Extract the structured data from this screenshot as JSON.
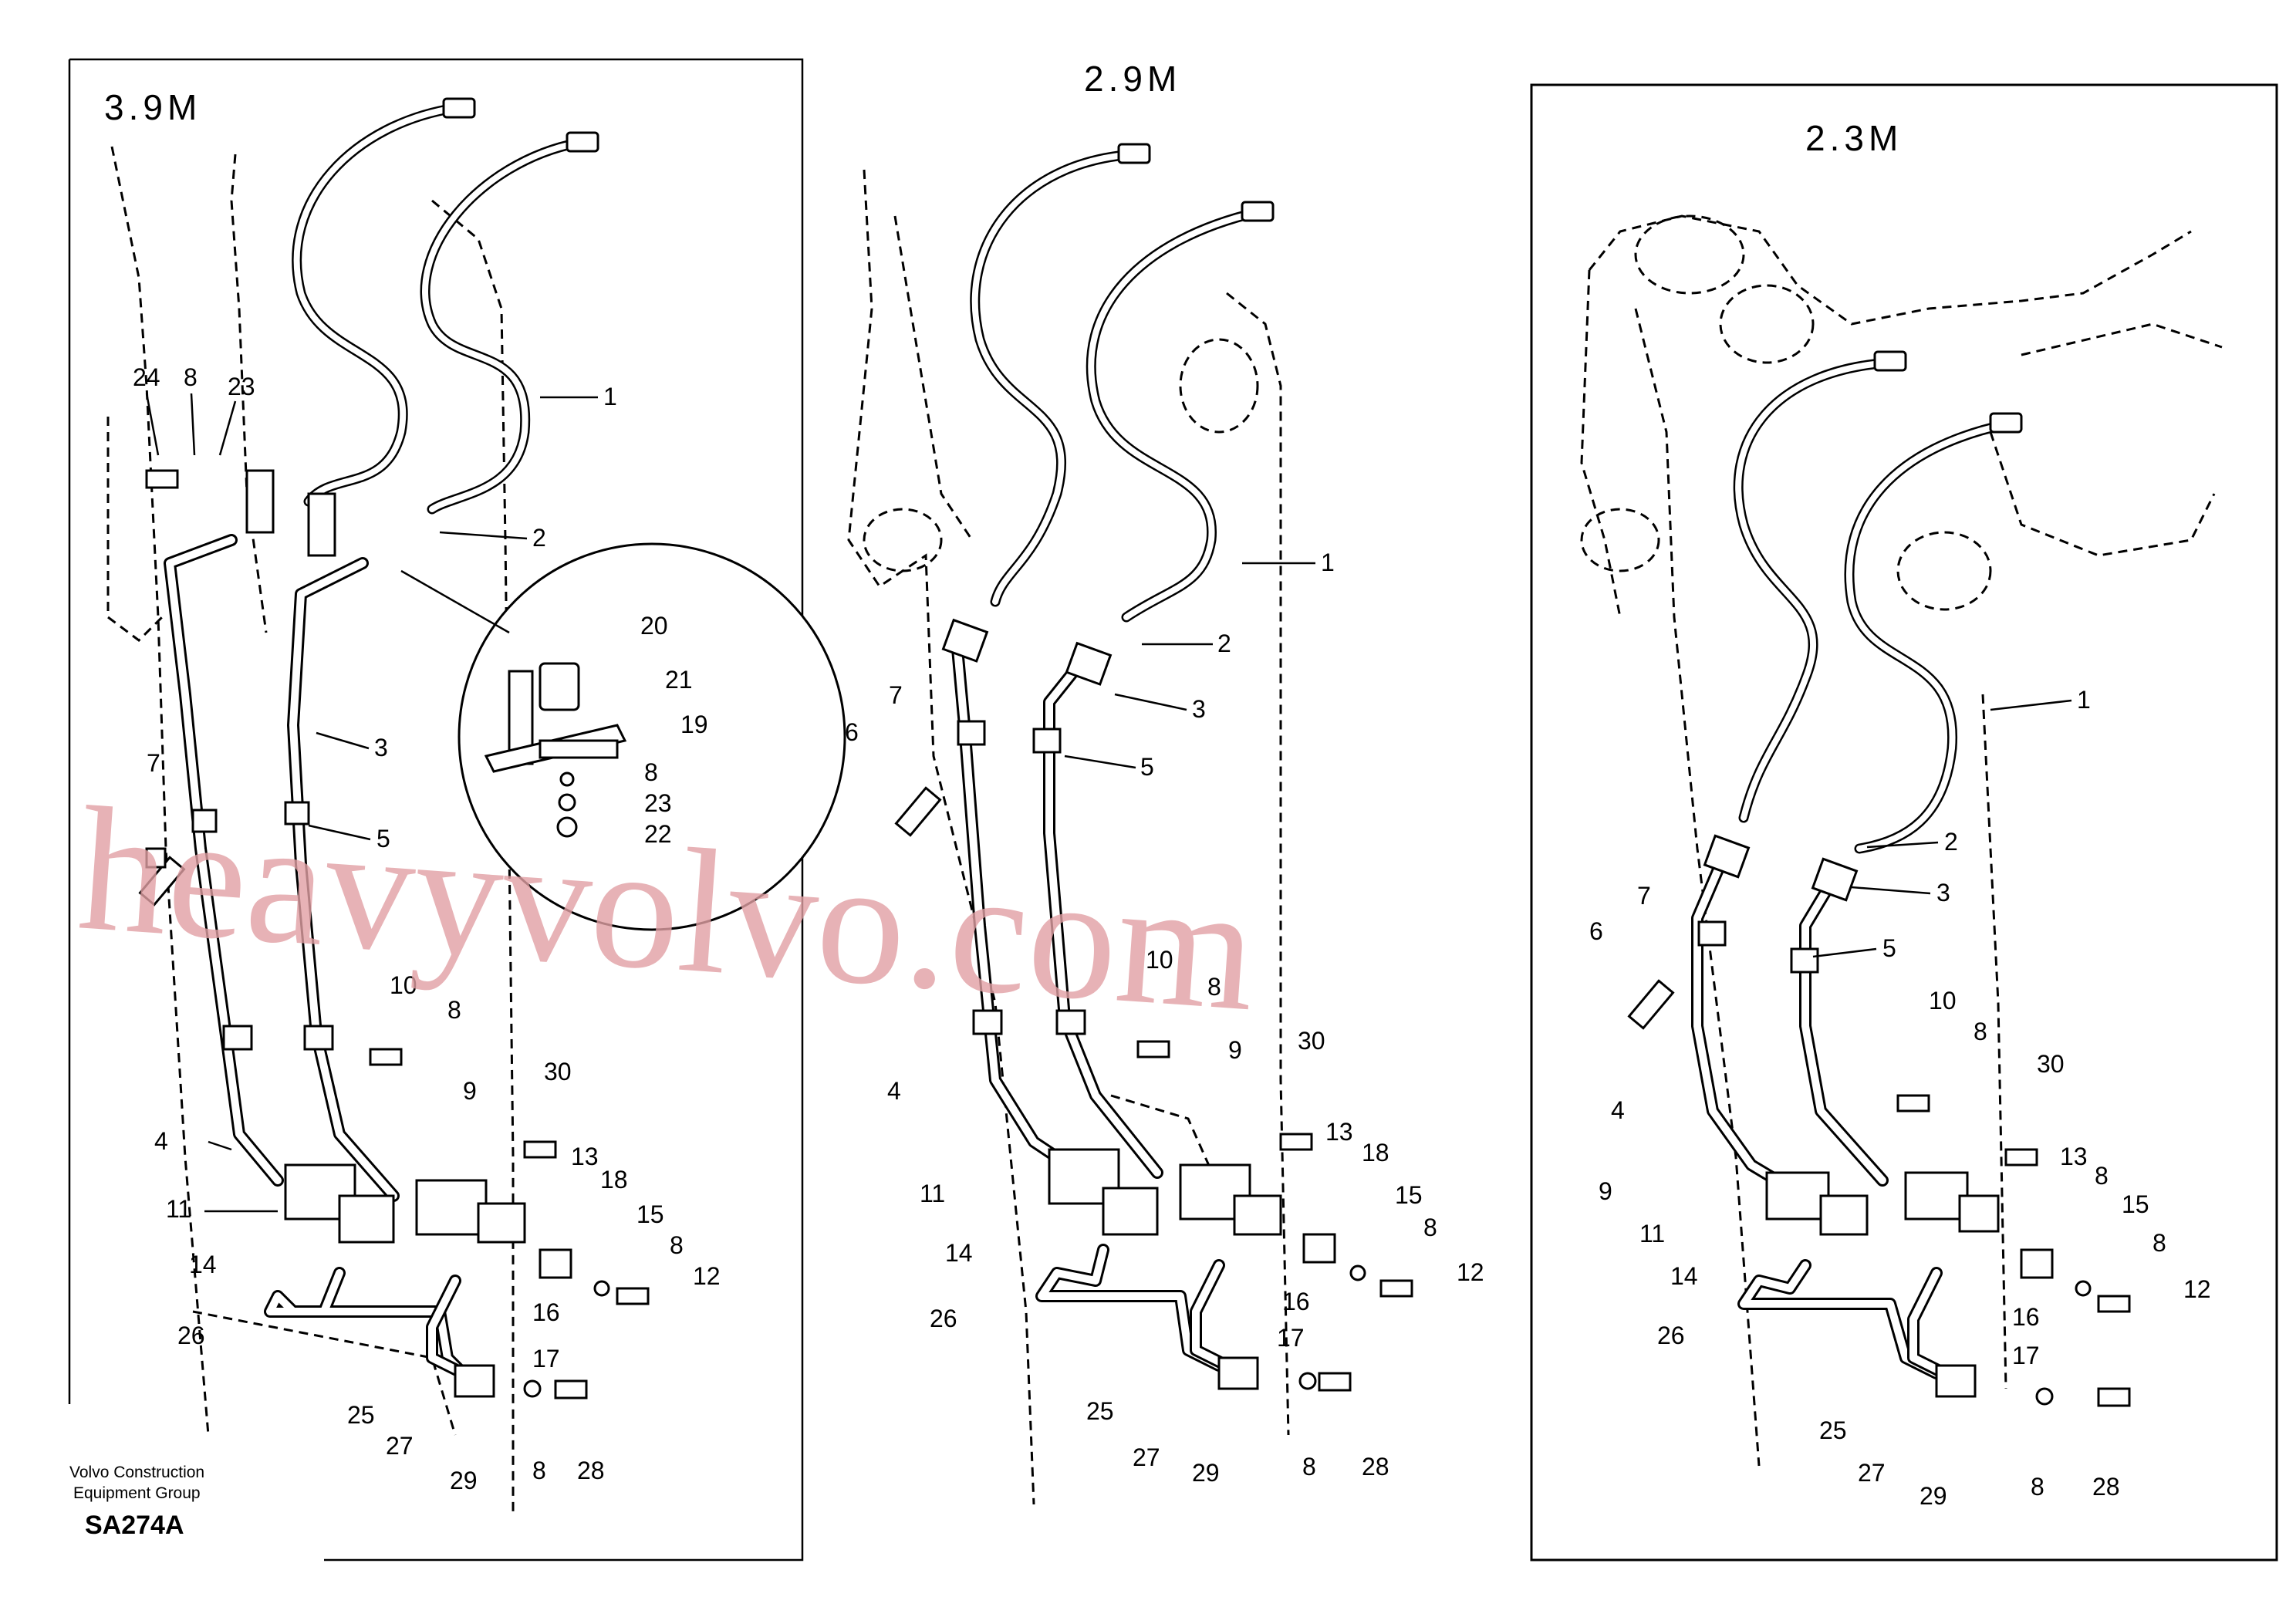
{
  "diagram": {
    "panels": [
      {
        "title": "3.9M",
        "callouts": [
          {
            "label": "24"
          },
          {
            "label": "8"
          },
          {
            "label": "23"
          },
          {
            "label": "1"
          },
          {
            "label": "2"
          },
          {
            "label": "20"
          },
          {
            "label": "21"
          },
          {
            "label": "19"
          },
          {
            "label": "8"
          },
          {
            "label": "23"
          },
          {
            "label": "22"
          },
          {
            "label": "3"
          },
          {
            "label": "7"
          },
          {
            "label": "5"
          },
          {
            "label": "10"
          },
          {
            "label": "8"
          },
          {
            "label": "9"
          },
          {
            "label": "30"
          },
          {
            "label": "4"
          },
          {
            "label": "13"
          },
          {
            "label": "18"
          },
          {
            "label": "11"
          },
          {
            "label": "15"
          },
          {
            "label": "8"
          },
          {
            "label": "14"
          },
          {
            "label": "12"
          },
          {
            "label": "16"
          },
          {
            "label": "26"
          },
          {
            "label": "17"
          },
          {
            "label": "25"
          },
          {
            "label": "27"
          },
          {
            "label": "8"
          },
          {
            "label": "28"
          },
          {
            "label": "29"
          }
        ]
      },
      {
        "title": "2.9M",
        "callouts": [
          {
            "label": "1"
          },
          {
            "label": "2"
          },
          {
            "label": "3"
          },
          {
            "label": "7"
          },
          {
            "label": "6"
          },
          {
            "label": "5"
          },
          {
            "label": "10"
          },
          {
            "label": "8"
          },
          {
            "label": "9"
          },
          {
            "label": "30"
          },
          {
            "label": "4"
          },
          {
            "label": "13"
          },
          {
            "label": "18"
          },
          {
            "label": "11"
          },
          {
            "label": "15"
          },
          {
            "label": "8"
          },
          {
            "label": "14"
          },
          {
            "label": "12"
          },
          {
            "label": "26"
          },
          {
            "label": "16"
          },
          {
            "label": "17"
          },
          {
            "label": "25"
          },
          {
            "label": "27"
          },
          {
            "label": "29"
          },
          {
            "label": "8"
          },
          {
            "label": "28"
          }
        ]
      },
      {
        "title": "2.3M",
        "callouts": [
          {
            "label": "1"
          },
          {
            "label": "2"
          },
          {
            "label": "3"
          },
          {
            "label": "7"
          },
          {
            "label": "6"
          },
          {
            "label": "5"
          },
          {
            "label": "10"
          },
          {
            "label": "8"
          },
          {
            "label": "30"
          },
          {
            "label": "4"
          },
          {
            "label": "13"
          },
          {
            "label": "9"
          },
          {
            "label": "8"
          },
          {
            "label": "11"
          },
          {
            "label": "15"
          },
          {
            "label": "8"
          },
          {
            "label": "14"
          },
          {
            "label": "12"
          },
          {
            "label": "16"
          },
          {
            "label": "26"
          },
          {
            "label": "17"
          },
          {
            "label": "25"
          },
          {
            "label": "27"
          },
          {
            "label": "29"
          },
          {
            "label": "8"
          },
          {
            "label": "28"
          }
        ]
      }
    ],
    "footer": {
      "company_line1": "Volvo Construction",
      "company_line2": "Equipment Group",
      "code": "SA274A"
    },
    "watermark": "heavyvolvo.com",
    "colors": {
      "line": "#000000",
      "background": "#ffffff",
      "watermark": "#e2a0a4"
    }
  }
}
